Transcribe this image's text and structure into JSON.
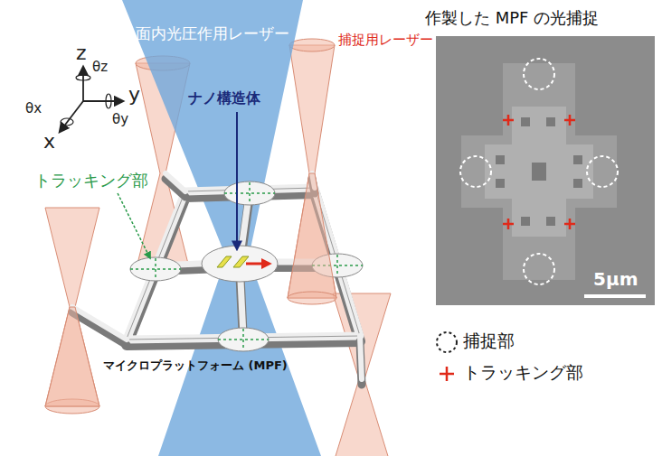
{
  "diagram": {
    "labels": [
      "z",
      "θz",
      "y",
      "θy",
      "θx",
      "x",
      "面内光圧作用レーザー",
      "捕捉用レーザー",
      "トラッキング部",
      "ナノ構造体",
      "マイクロプラットフォーム (MPF)",
      "作製した MPF の光捕捉",
      "5μm"
    ],
    "legend": [
      {
        "text": "捕捉部"
      },
      {
        "text": "トラッキング部"
      }
    ]
  }
}
